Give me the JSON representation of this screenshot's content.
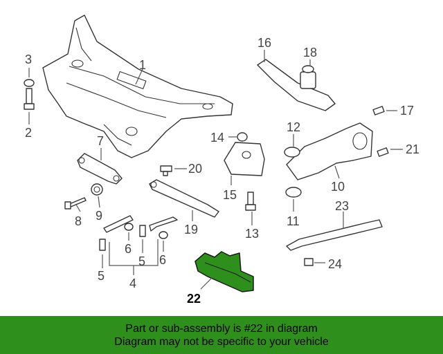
{
  "callouts": {
    "c1": "1",
    "c2": "2",
    "c3": "3",
    "c4": "4",
    "c5a": "5",
    "c5b": "5",
    "c6a": "6",
    "c6b": "6",
    "c7": "7",
    "c8": "8",
    "c9": "9",
    "c10": "10",
    "c11": "11",
    "c12": "12",
    "c13": "13",
    "c14": "14",
    "c15": "15",
    "c16": "16",
    "c17": "17",
    "c18": "18",
    "c19": "19",
    "c20": "20",
    "c21": "21",
    "c22": "22",
    "c23": "23",
    "c24": "24"
  },
  "highlight_color": "#2f8f1d",
  "banner": {
    "line1": "Part or sub-assembly is #22 in diagram",
    "line2": "Diagram may not be specific to your vehicle"
  }
}
